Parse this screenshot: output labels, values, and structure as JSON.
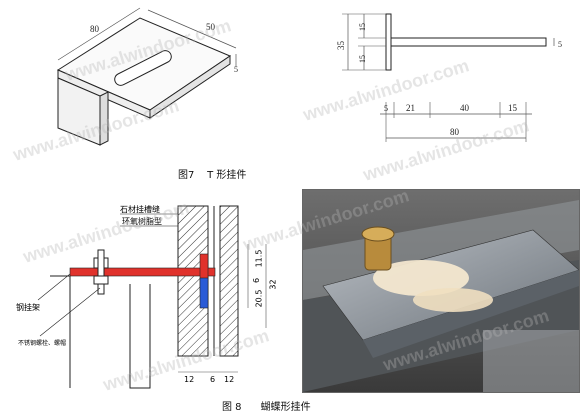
{
  "fig7": {
    "caption": "图7    T 形挂件",
    "iso": {
      "dim_length": "80",
      "dim_width": "50",
      "dim_thick": "5"
    },
    "front": {
      "dim_total": "35",
      "dim_top": "15",
      "dim_bottom": "15",
      "dim_web": "5"
    },
    "bottom": {
      "d1": "5",
      "d2": "21",
      "d3": "40",
      "d4": "15",
      "total": "80"
    }
  },
  "fig8": {
    "caption": "图 8      蝴蝶形挂件",
    "labels": {
      "stone_slot": "石材挂槽缝",
      "epoxy": "环氧树脂型",
      "steel_angle": "钢挂架",
      "stainless_bolt": "不锈钢螺栓、螺帽"
    },
    "dims_right": [
      "11.5",
      "6",
      "20.5",
      "32"
    ],
    "dims_bottom": [
      "12",
      "6",
      "12"
    ]
  },
  "watermark_text": "www.alwindoor.com",
  "colors": {
    "red": "#e0322c",
    "blue": "#2a5bd7",
    "line": "#222222",
    "dim": "#555555"
  }
}
